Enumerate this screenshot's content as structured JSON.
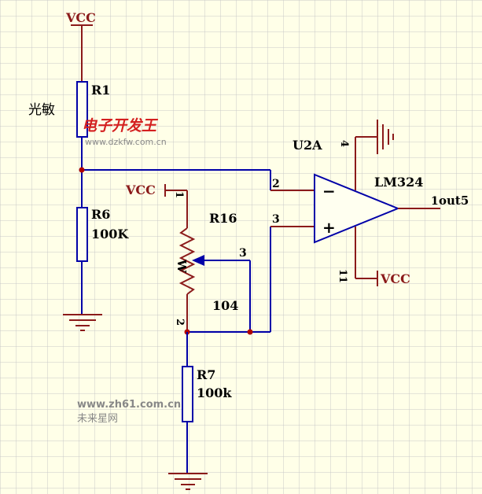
{
  "colors": {
    "background": "#ffffe8",
    "grid": "#c9c9c9",
    "wire": "#0000a8",
    "power": "#8b1a1a",
    "junction": "#b00000",
    "watermark_red": "#d42020",
    "watermark_gray": "#888888"
  },
  "labels": {
    "vcc_top": "VCC",
    "r1": "R1",
    "light_sensitive": "光敏",
    "r6": "R6",
    "r6_value": "100K",
    "vcc_pot": "VCC",
    "r16": "R16",
    "r16_value": "104",
    "r16_wiper": "W",
    "r7": "R7",
    "r7_value": "100k",
    "u2a": "U2A",
    "lm324": "LM324",
    "vcc_opamp": "VCC",
    "out": "out5",
    "minus": "−",
    "plus": "+"
  },
  "pins": {
    "pot_1": "1",
    "pot_2": "2",
    "pot_3": "3",
    "op_2": "2",
    "op_3": "3",
    "op_4": "4",
    "op_11": "11",
    "op_1": "1"
  },
  "watermarks": {
    "title_cn": "电子开发王",
    "url_1": "www.dzkfw.com.cn",
    "url_2": "www.zh61.com.cn",
    "site_cn": "未来星网"
  }
}
